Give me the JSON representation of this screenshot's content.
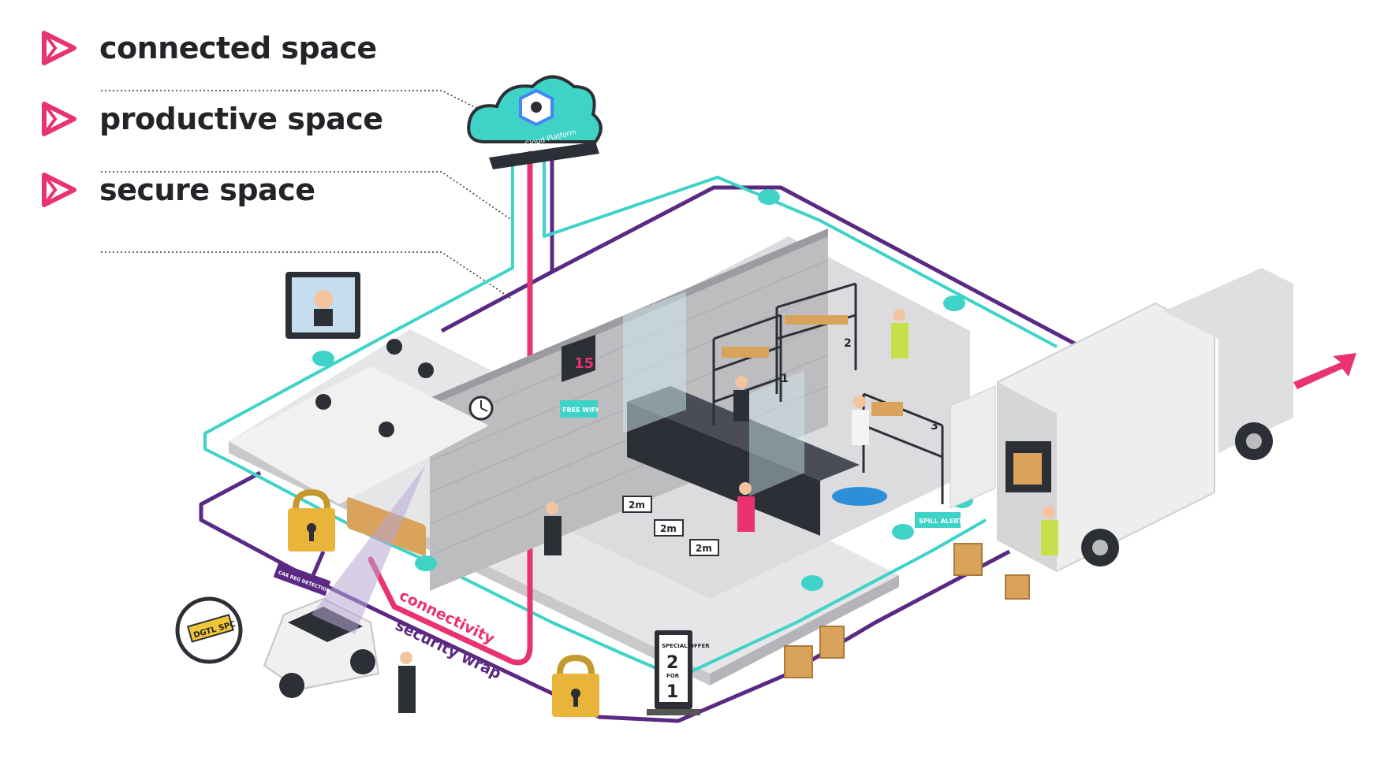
{
  "legend": {
    "items": [
      {
        "label": "connected space"
      },
      {
        "label": "productive space"
      },
      {
        "label": "secure space"
      }
    ]
  },
  "cloud": {
    "label": "Google Cloud Platform"
  },
  "paths": {
    "connectivity_label": "connectivity",
    "security_label": "security wrap"
  },
  "car": {
    "plate": "DGTL SPC",
    "tag": "CAR REG DETECTION"
  },
  "store": {
    "counter_display": "15",
    "distance_markers": [
      "2m",
      "2m",
      "2m"
    ],
    "shelf_numbers": [
      "1",
      "2",
      "3"
    ],
    "wifi_tag": "FREE WIFI",
    "spill_tag": "SPILL ALERT"
  },
  "sign": {
    "top": "SPECIAL OFFER",
    "big1": "2",
    "mid": "FOR",
    "big2": "1"
  },
  "colors": {
    "brand_pink": "#e8336f",
    "teal": "#3fd3c7",
    "purple": "#5a2a82",
    "dark_text": "#222428"
  }
}
